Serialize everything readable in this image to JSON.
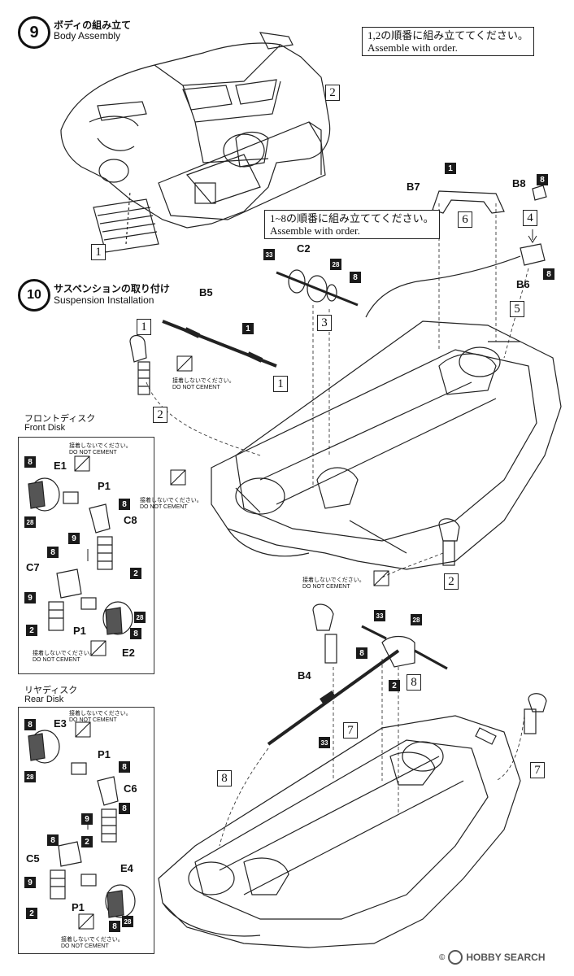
{
  "step9": {
    "number": "9",
    "title_jp": "ボディの組み立て",
    "title_en": "Body Assembly",
    "note_jp": "1,2の順番に組み立ててください。",
    "note_en": "Assemble with order.",
    "order_boxes": [
      "1",
      "2"
    ]
  },
  "step10": {
    "number": "10",
    "title_jp": "サスペンションの取り付け",
    "title_en": "Suspension Installation",
    "note_jp": "1~8の順番に組み立ててください。",
    "note_en": "Assemble with order.",
    "order_boxes": [
      "1",
      "2",
      "2",
      "3",
      "4",
      "5",
      "6",
      "7",
      "7",
      "8",
      "8"
    ]
  },
  "parts": {
    "b5": "B5",
    "b7": "B7",
    "b8": "B8",
    "b6": "B6",
    "c2": "C2",
    "b4": "B4",
    "e1": "E1",
    "e2": "E2",
    "p1": "P1",
    "c8": "C8",
    "c7": "C7",
    "e3": "E3",
    "e4": "E4",
    "c6": "C6",
    "c5": "C5"
  },
  "numbered_parts": {
    "n1": "1",
    "n2": "2",
    "n8": "8",
    "n9": "9",
    "n28": "28",
    "n33": "33"
  },
  "front_disk": {
    "title_jp": "フロントディスク",
    "title_en": "Front Disk"
  },
  "rear_disk": {
    "title_jp": "リヤディスク",
    "title_en": "Rear Disk"
  },
  "do_not_cement": {
    "jp": "接着しないでください。",
    "en": "DO NOT CEMENT"
  },
  "watermark": "HOBBY SEARCH",
  "copyright": "©"
}
